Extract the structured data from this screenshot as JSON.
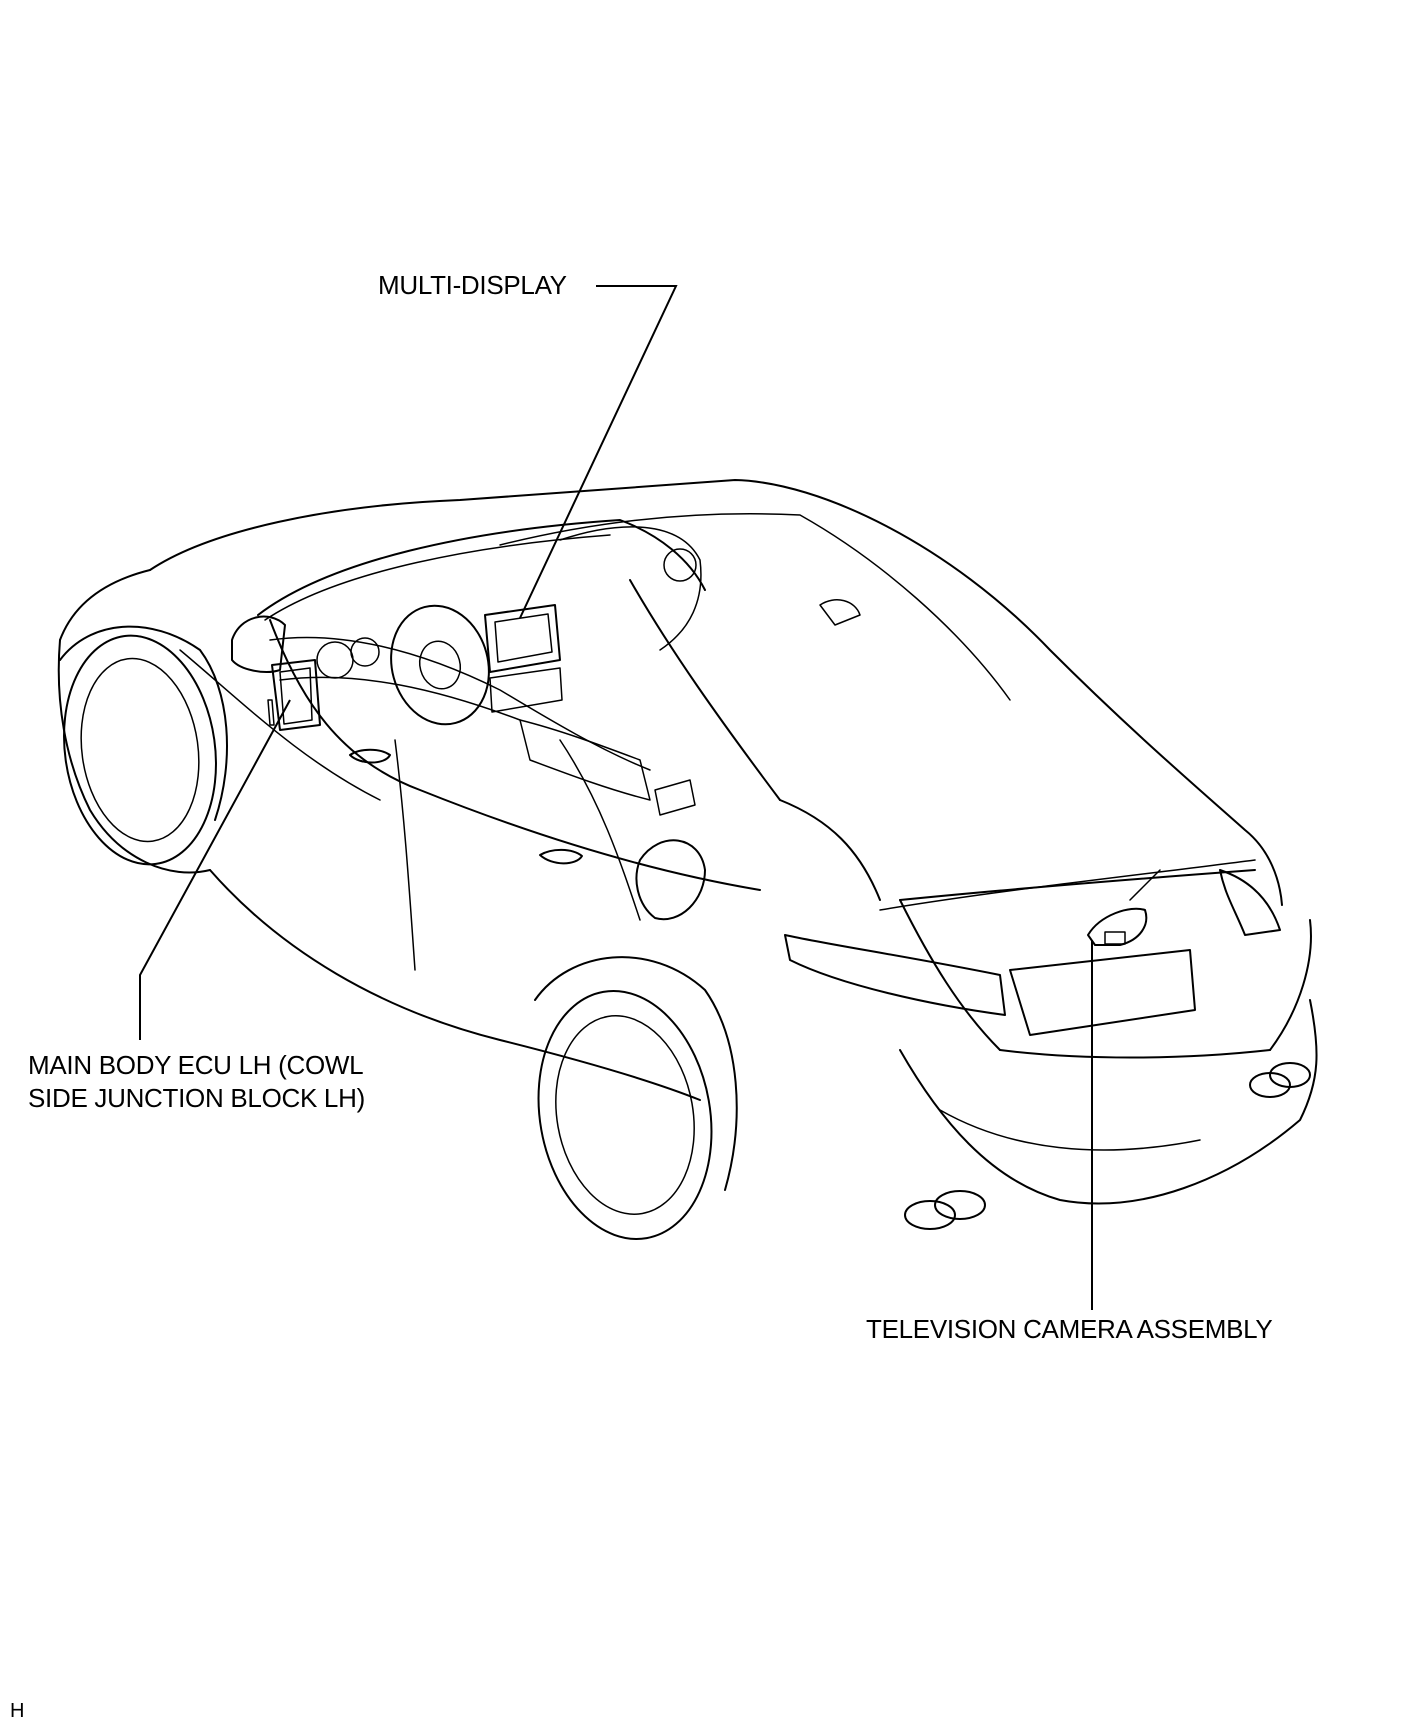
{
  "callouts": {
    "multi_display": "MULTI-DISPLAY",
    "main_body_ecu_line1": "MAIN BODY ECU LH (COWL",
    "main_body_ecu_line2": "SIDE JUNCTION BLOCK LH)",
    "television_camera": "TELEVISION CAMERA ASSEMBLY"
  },
  "sheet_code": "H"
}
